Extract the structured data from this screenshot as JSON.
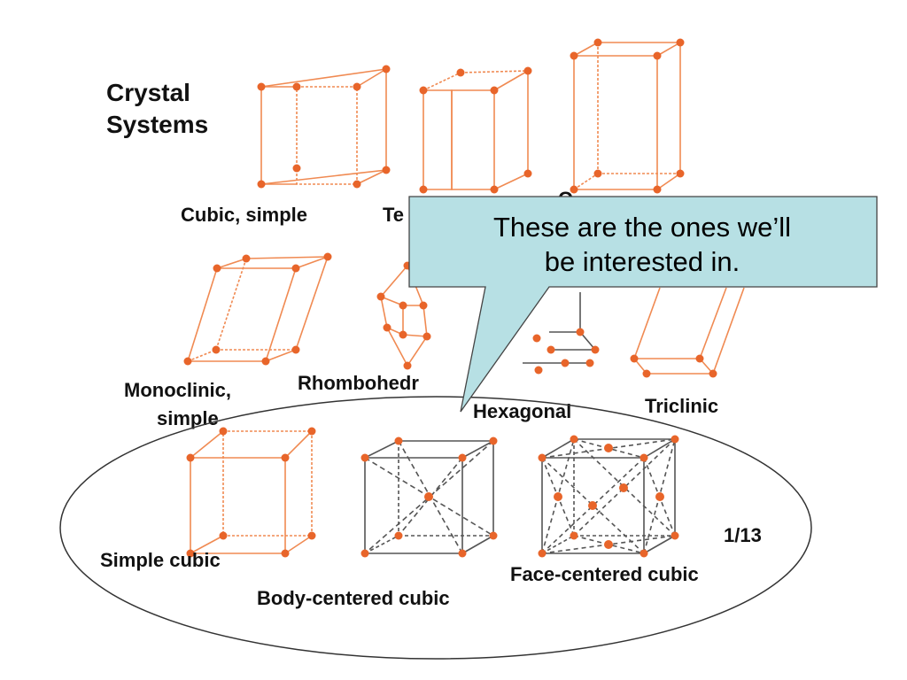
{
  "slide": {
    "title_line1": "Crystal",
    "title_line2": "Systems",
    "slide_number": "1/13"
  },
  "labels": {
    "cubic_simple": "Cubic, simple",
    "tetragonal_partial": "Te",
    "orthorhombic_partial": "O",
    "monoclinic_line1": "Monoclinic,",
    "monoclinic_line2": "simple",
    "rhombohedral_partial": "Rhombohedr",
    "hexagonal": "Hexagonal",
    "triclinic": "Triclinic",
    "simple_cubic": "Simple cubic",
    "body_centered_cubic": "Body-centered cubic",
    "face_centered_cubic": "Face-centered cubic"
  },
  "callout": {
    "line1": "These are the ones we’ll",
    "line2": "be interested in."
  },
  "colors": {
    "lattice_orange": "#f08a52",
    "atom_orange": "#e8652a",
    "lattice_gray": "#555555",
    "callout_fill": "#b7e0e4",
    "callout_border": "#444444"
  }
}
